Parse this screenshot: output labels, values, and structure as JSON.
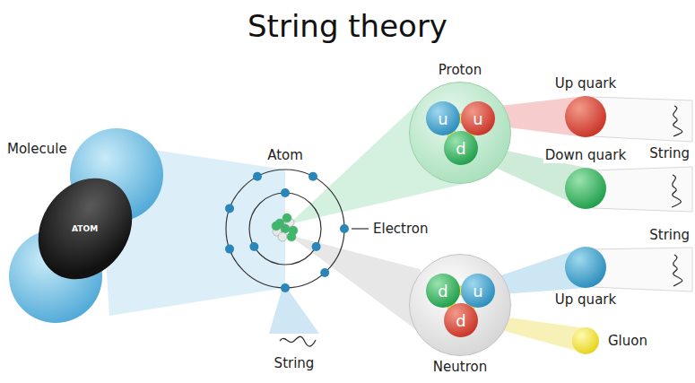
{
  "diagram": {
    "title": "String theory",
    "nodes": [
      {
        "text": [
          "Molecule"
        ]
      },
      {
        "text": [
          "ATOM"
        ],
        "in": 0
      },
      {
        "text": [
          "Atom"
        ]
      },
      {
        "text": [
          "Proton"
        ]
      },
      {
        "text": [
          "u"
        ],
        "in": 3
      },
      {
        "text": [
          "u"
        ],
        "in": 3
      },
      {
        "text": [
          "d"
        ],
        "in": 3
      },
      {
        "text": [
          "Up quark"
        ]
      },
      {
        "text": [
          "Down quark"
        ]
      },
      {
        "text": [
          "Neutron"
        ]
      },
      {
        "text": [
          "d"
        ],
        "in": 9
      },
      {
        "text": [
          "u"
        ],
        "in": 9
      },
      {
        "text": [
          "d"
        ],
        "in": 9
      },
      {
        "text": [
          "Up quark"
        ]
      },
      {
        "text": [
          "Gluon"
        ]
      }
    ],
    "labels": [
      "Electron",
      "String",
      "String",
      "String"
    ]
  }
}
